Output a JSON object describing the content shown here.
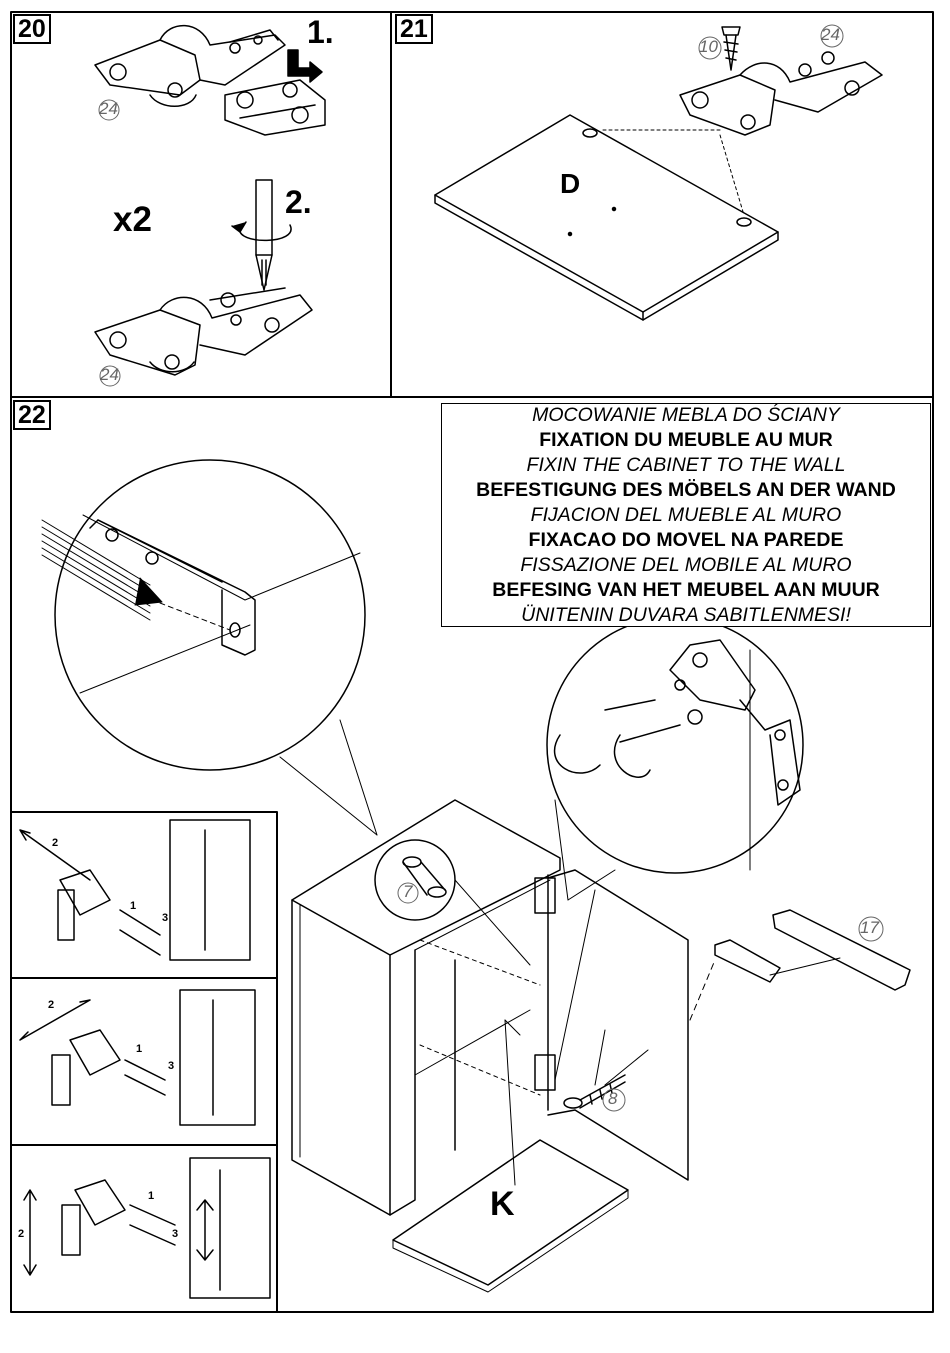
{
  "steps": {
    "s20": {
      "label": "20",
      "order1": "1.",
      "order2": "2.",
      "count": "x2",
      "part_top": "24",
      "part_bottom": "24"
    },
    "s21": {
      "label": "21",
      "part_screw": "10",
      "part_hinge": "24",
      "panel": "D"
    },
    "s22": {
      "label": "22",
      "part_knob": "7",
      "part_screw": "8",
      "part_handle": "17",
      "panel": "K",
      "adjust_labels": [
        "2",
        "1",
        "3"
      ]
    }
  },
  "wall_fixing": [
    {
      "text": "MOCOWANIE MEBLA DO ŚCIANY",
      "style": "italic"
    },
    {
      "text": "FIXATION DU MEUBLE AU MUR",
      "style": "bold"
    },
    {
      "text": "FIXIN THE CABINET TO THE WALL",
      "style": "italic"
    },
    {
      "text": "BEFESTIGUNG DES MÖBELS AN DER WAND",
      "style": "bold"
    },
    {
      "text": "FIJACION DEL MUEBLE AL MURO",
      "style": "italic"
    },
    {
      "text": "FIXACAO DO MOVEL NA PAREDE",
      "style": "bold"
    },
    {
      "text": "FISSAZIONE DEL MOBILE AL MURO",
      "style": "italic"
    },
    {
      "text": "BEFESING VAN HET MEUBEL AAN MUUR",
      "style": "bold"
    },
    {
      "text": "ÜNITENIN DUVARA SABITLENMESI!",
      "style": "italic"
    }
  ],
  "colors": {
    "ink": "#000000",
    "paper": "#ffffff",
    "part_number": "#666666"
  }
}
